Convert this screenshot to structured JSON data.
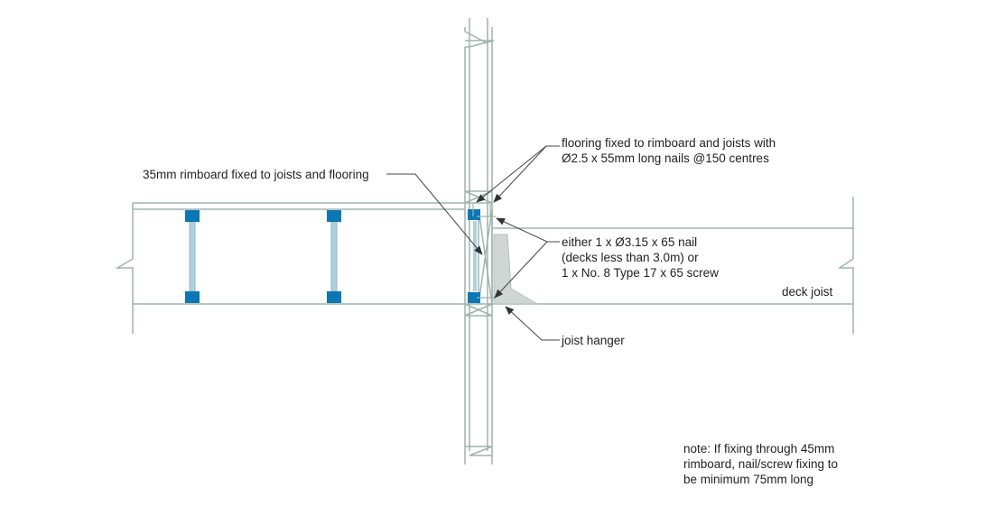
{
  "labels": {
    "flooring_fix": [
      "flooring fixed to rimboard and joists with",
      "Ø2.5 x 55mm long nails @150 centres"
    ],
    "rimboard": "35mm rimboard fixed to joists and flooring",
    "fixing": [
      "either 1 x Ø3.15 x 65 nail",
      "(decks less than 3.0m) or",
      "1 x No. 8 Type 17 x 65 screw"
    ],
    "deck_joist": "deck joist",
    "joist_hanger": "joist hanger",
    "note": [
      "note: If fixing through 45mm",
      "rimboard, nail/screw fixing to",
      "be minimum 75mm long"
    ]
  },
  "colors": {
    "line": "#9fb3ad",
    "flange": "#0a78b4",
    "web": "#a9d3e3",
    "hanger": "#cfd6d3",
    "leader": "#444444"
  }
}
